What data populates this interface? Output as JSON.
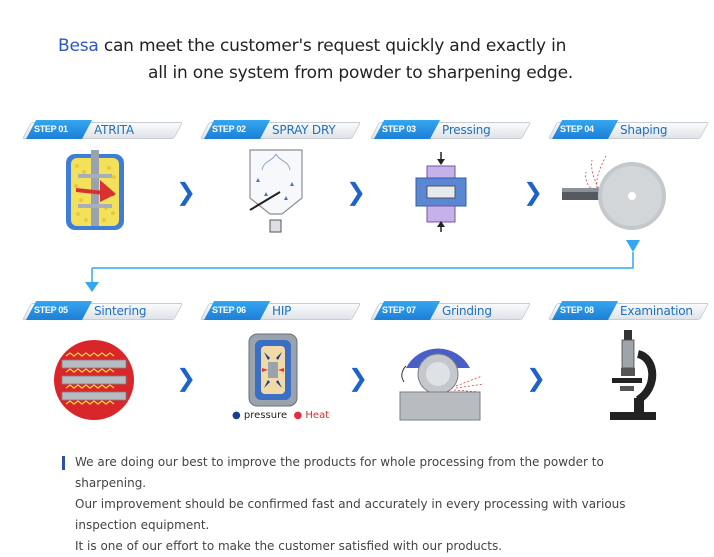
{
  "headline": {
    "brand": "Besa",
    "line1_rest": " can meet the customer's request quickly and exactly in",
    "line2": "all in one system from powder to sharpening edge."
  },
  "steps": [
    {
      "badge": "STEP 01",
      "name": "ATRITA"
    },
    {
      "badge": "STEP 02",
      "name": "SPRAY DRY"
    },
    {
      "badge": "STEP 03",
      "name": "Pressing"
    },
    {
      "badge": "STEP 04",
      "name": "Shaping"
    },
    {
      "badge": "STEP 05",
      "name": "Sintering"
    },
    {
      "badge": "STEP 06",
      "name": "HIP"
    },
    {
      "badge": "STEP 07",
      "name": "Grinding"
    },
    {
      "badge": "STEP 08",
      "name": "Examination"
    }
  ],
  "hip_legend": {
    "pressure": "pressure",
    "heat": "Heat"
  },
  "arrow_glyph": "❯",
  "notes": [
    "We are doing our best to improve the products for whole processing from the powder to sharpening.",
    "Our improvement should be confirmed fast and accurately in every processing with various inspection equipment.",
    "It is one of our effort to make the customer satisfied with our products."
  ],
  "colors": {
    "brand": "#2e56c9",
    "step_badge": "#1d7fd6",
    "step_name": "#1d6fc4",
    "arrow": "#1e63c9",
    "connector": "#35a6f0"
  }
}
